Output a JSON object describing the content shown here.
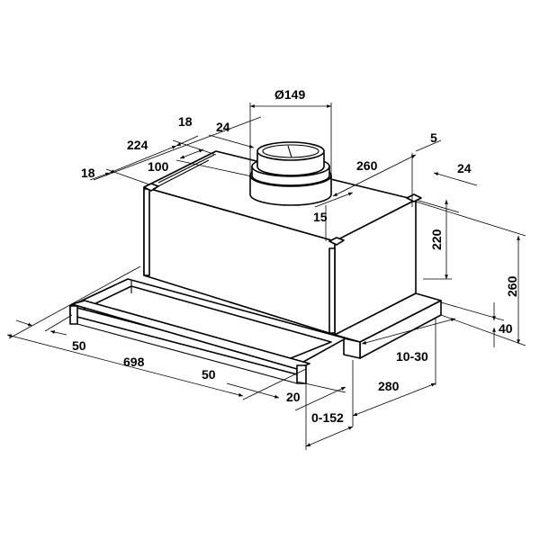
{
  "drawing": {
    "subject": "telescopic cooker hood dimension drawing",
    "line_color": "#000000",
    "background": "#ffffff",
    "dimensions": {
      "duct_diameter": "Ø149",
      "top_depth_224": "224",
      "top_left_18": "18",
      "top_18": "18",
      "top_24": "24",
      "top_100": "100",
      "top_260": "260",
      "top_5": "5",
      "right_24": "24",
      "top_15": "15",
      "height_220": "220",
      "height_260": "260",
      "height_40": "40",
      "depth_10_30": "10-30",
      "depth_280": "280",
      "pullout_0_152": "0-152",
      "front_20": "20",
      "front_50": "50",
      "side_50": "50",
      "width_698": "698"
    }
  }
}
